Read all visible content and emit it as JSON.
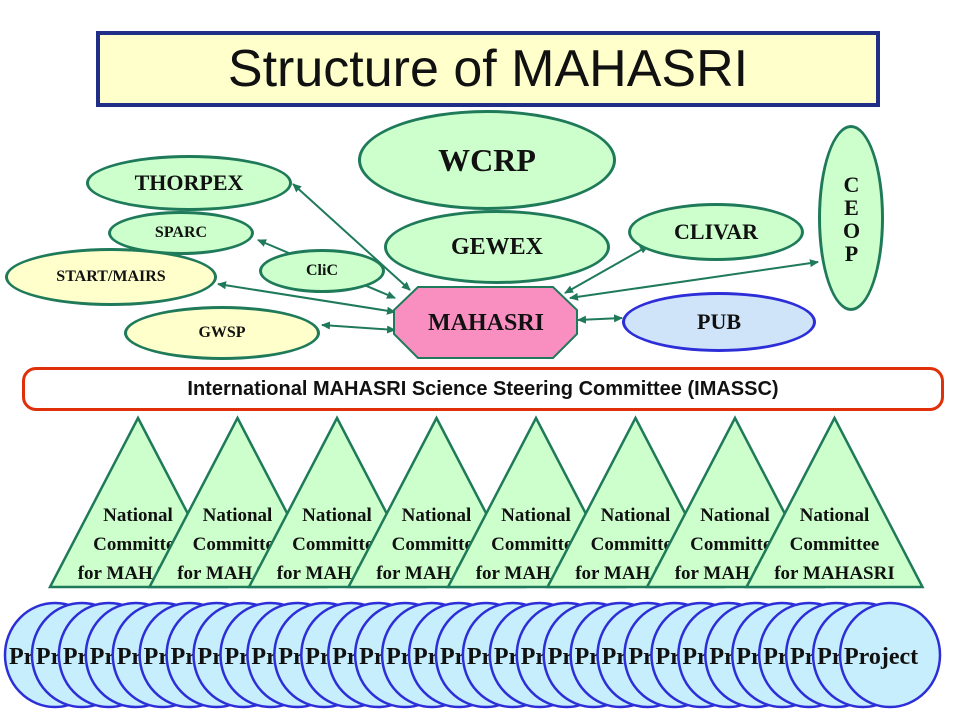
{
  "title": "Structure of MAHASRI",
  "colors": {
    "title_fill": "#ffffcc",
    "title_border": "#1f2f87",
    "oval_border": "#1f7a5a",
    "green_fill": "#ccffcc",
    "yellow_fill": "#ffffcc",
    "mahasri_fill": "#f98fc0",
    "pub_fill": "#cfe4f8",
    "committee_border": "#e0300a",
    "triangle_fill": "#ccffcc",
    "project_fill": "#c6eefc",
    "project_border": "#2d2ed8",
    "arrow": "#1f7a5a"
  },
  "organizations": {
    "wcrp": "WCRP",
    "gewex": "GEWEX",
    "thorpex": "THORPEX",
    "sparc": "SPARC",
    "start_mairs": "START/MAIRS",
    "clic": "CliC",
    "gwsp": "GWSP",
    "clivar": "CLIVAR",
    "ceop": "CEOP",
    "pub": "PUB",
    "mahasri": "MAHASRI"
  },
  "committee": "International MAHASRI Science Steering Committee (IMASSC)",
  "national_committee_lines": [
    "National",
    "Committee",
    "for MAHASRI"
  ],
  "national_committee_count": 8,
  "project_label": "Project",
  "project_count": 32
}
